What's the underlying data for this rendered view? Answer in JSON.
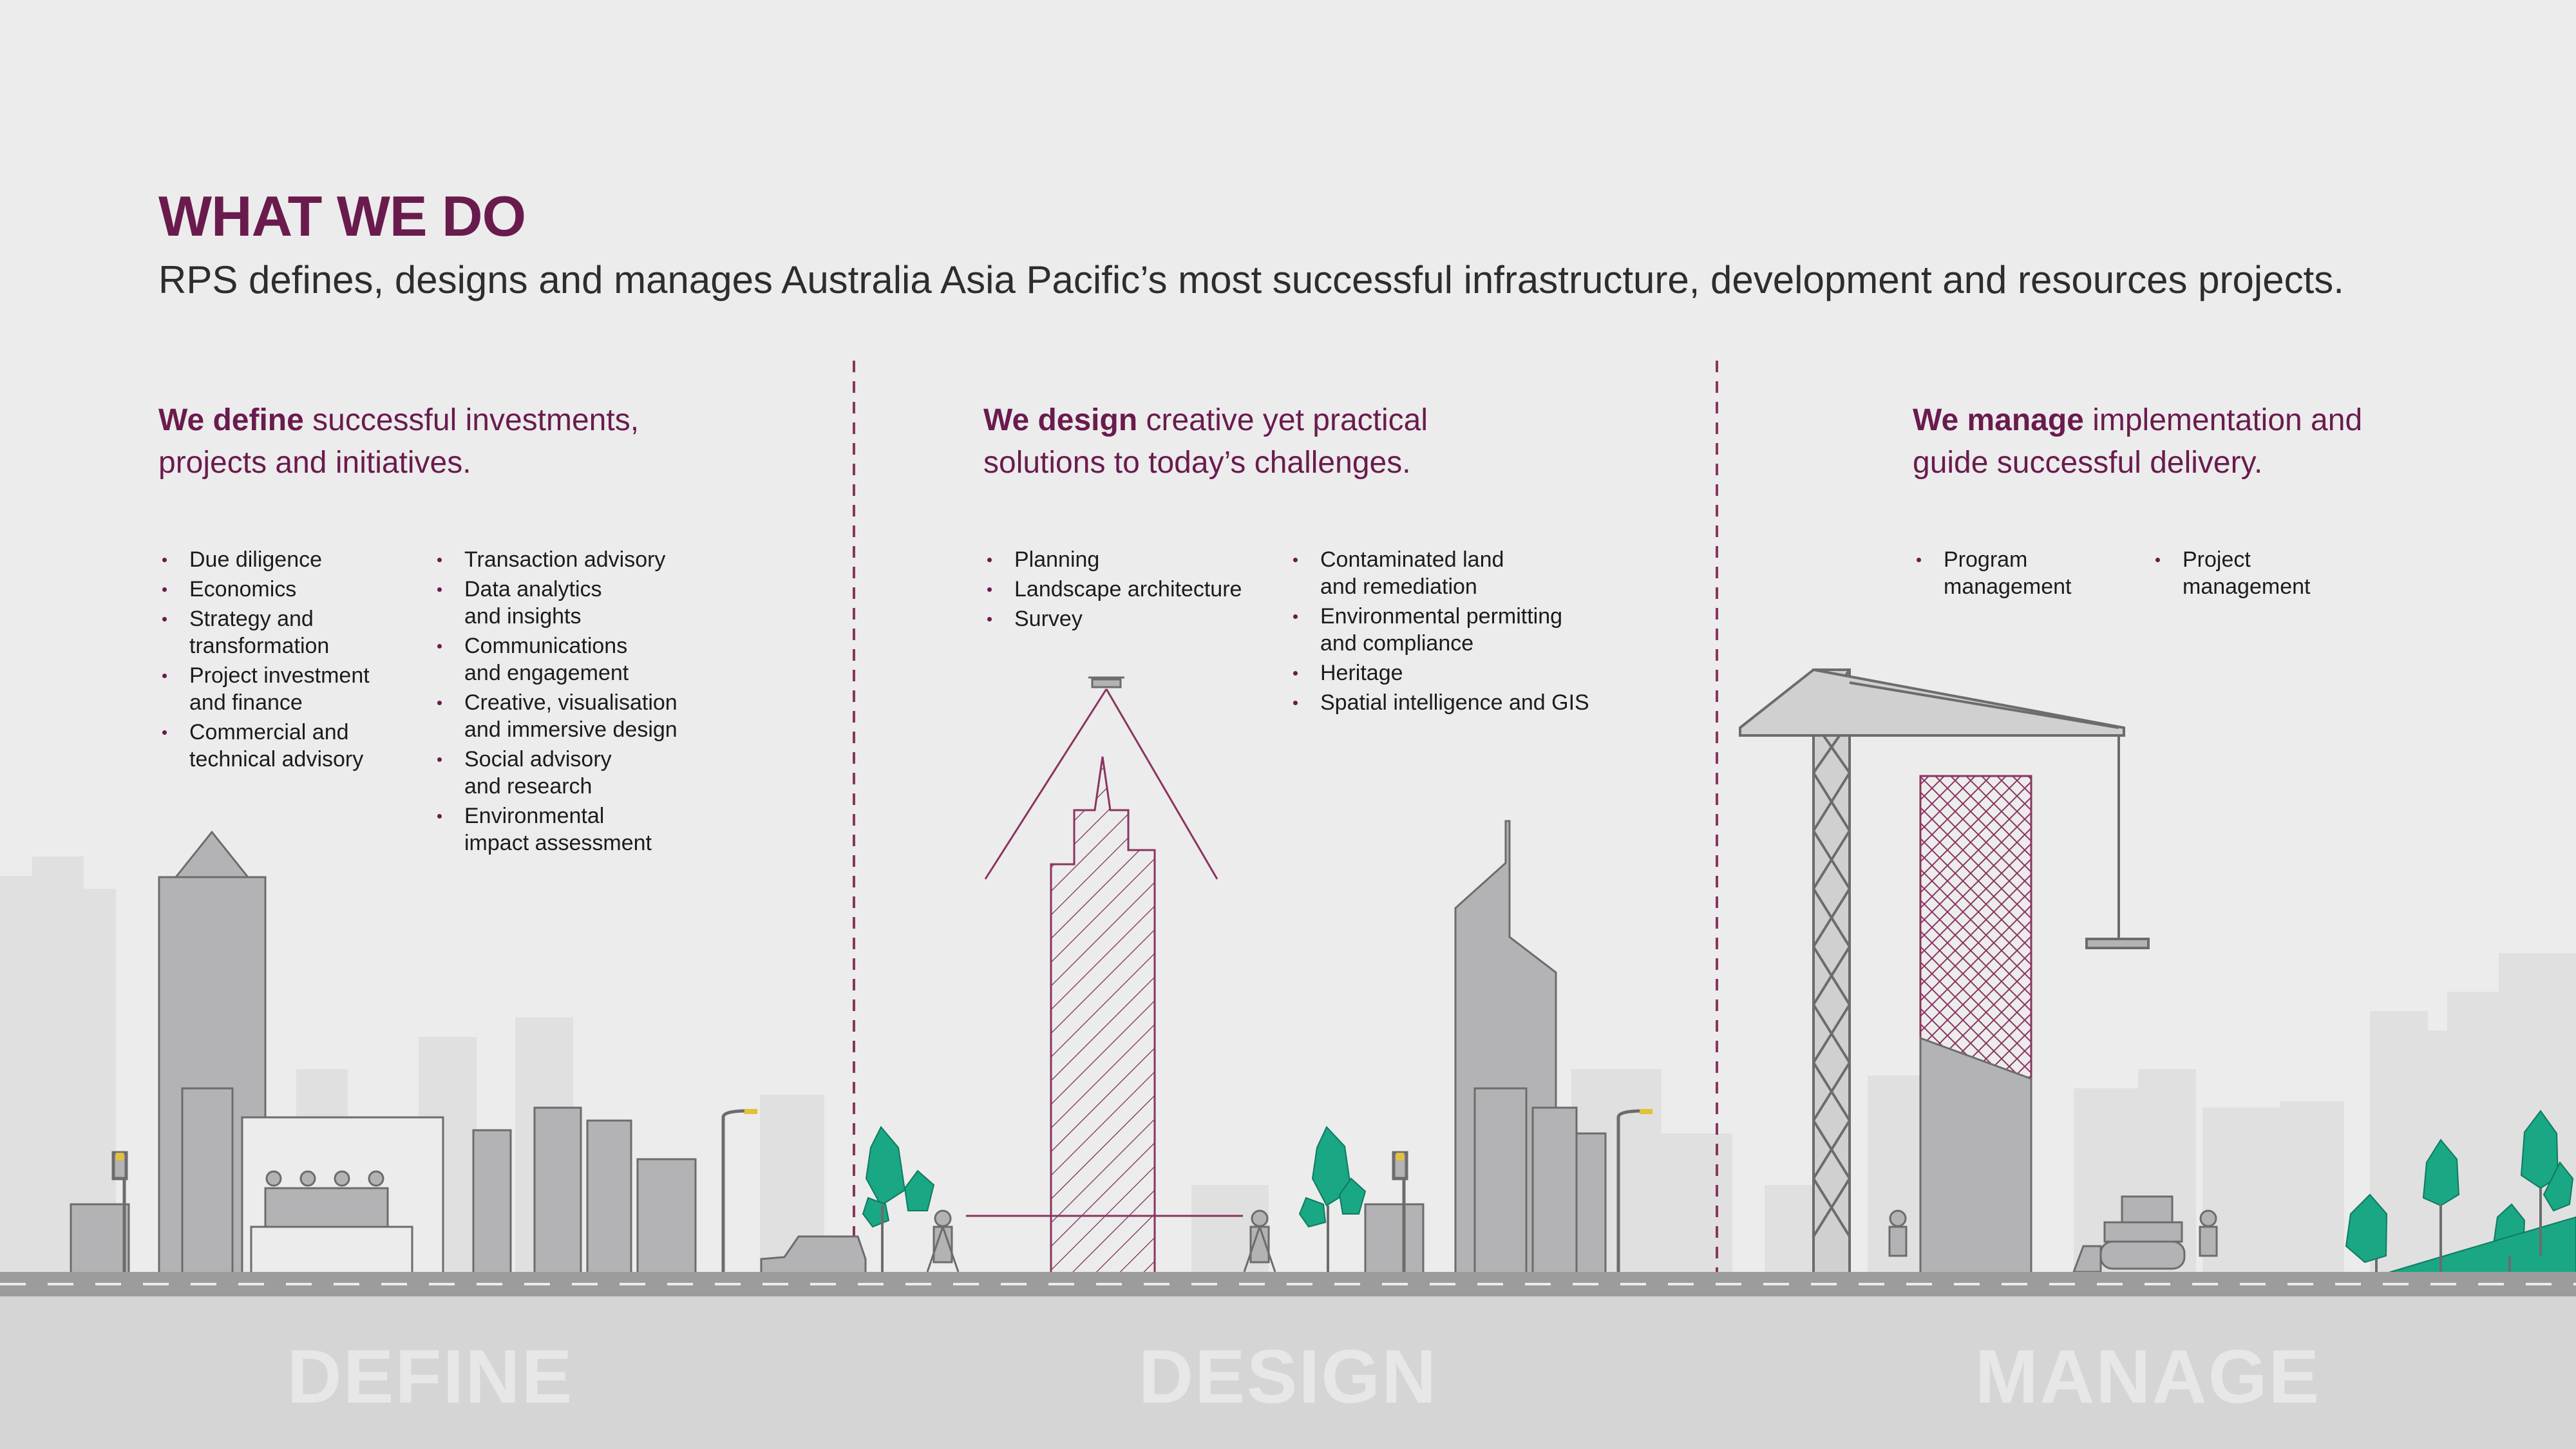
{
  "header": {
    "title": "WHAT WE DO",
    "subtitle": "RPS defines, designs and manages Australia Asia Pacific’s most successful infrastructure, development and resources projects."
  },
  "sections": {
    "define": {
      "lead_bold": "We define",
      "lead_rest": " successful investments, projects and initiatives.",
      "col1": [
        "Due diligence",
        "Economics",
        "Strategy and\ntransformation",
        "Project investment\nand finance",
        "Commercial and\ntechnical advisory"
      ],
      "col2": [
        "Transaction advisory",
        "Data analytics\nand insights",
        "Communications\nand engagement",
        "Creative, visualisation\nand immersive design",
        "Social advisory\nand research",
        "Environmental\nimpact assessment"
      ],
      "watermark": "DEFINE"
    },
    "design": {
      "lead_bold": "We design",
      "lead_rest": " creative yet practical solutions to today’s challenges.",
      "col1": [
        "Planning",
        "Landscape architecture",
        "Survey"
      ],
      "col2": [
        "Contaminated land\nand remediation",
        "Environmental permitting\nand compliance",
        "Heritage",
        "Spatial intelligence and GIS"
      ],
      "watermark": "DESIGN"
    },
    "manage": {
      "lead_bold": "We manage",
      "lead_rest": " implementation and guide successful delivery.",
      "col1": [
        "Program\nmanagement"
      ],
      "col2": [
        "Project\nmanagement"
      ],
      "watermark": "MANAGE"
    }
  },
  "colors": {
    "background": "#ececec",
    "brand_plum": "#6a1b4d",
    "building_grey": "#b3b3b5",
    "tree_green": "#1aa784",
    "road": "#9c9c9c"
  },
  "icons": [
    "drone-icon",
    "surveyor-icon",
    "crane-icon",
    "bulldozer-icon",
    "worker-icon",
    "car-icon",
    "street-lamp-icon",
    "tree-icon"
  ]
}
